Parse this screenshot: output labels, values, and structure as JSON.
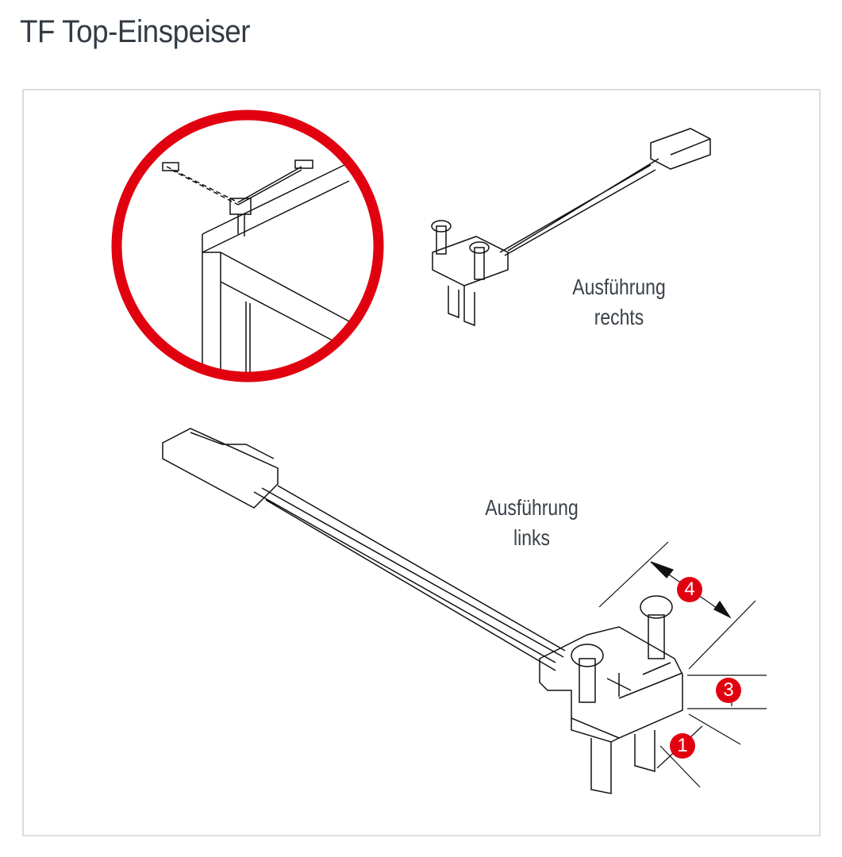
{
  "title": "TF Top-Einspeiser",
  "labels": {
    "right_variant": {
      "line1": "Ausführung",
      "line2": "rechts"
    },
    "left_variant": {
      "line1": "Ausführung",
      "line2": "links"
    }
  },
  "dimension_markers": [
    "4",
    "3",
    "1"
  ],
  "colors": {
    "accent_red": "#e1000f",
    "text": "#333b44",
    "frame": "#dcdcdc"
  }
}
